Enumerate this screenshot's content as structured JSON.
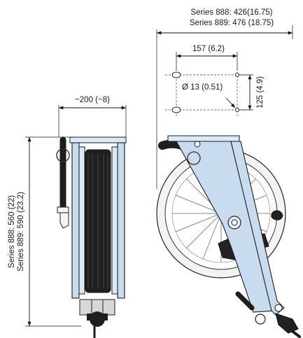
{
  "dimensions": {
    "width_overall_888": "Series 888: 426(16.75)",
    "width_overall_889": "Series 889: 476 (18.75)",
    "hole_spacing_horizontal": "157 (6.2)",
    "hole_diameter": "Ø 13 (0.51)",
    "hole_spacing_vertical": "125 (4.9)",
    "depth": "~200 (~8)",
    "height_888": "Series 888: 560 (22)",
    "height_889": "Series 889: 590 (23.2)"
  },
  "colors": {
    "frame": "#c9dcef",
    "hose": "#1e1e1e",
    "lines": "#111111"
  }
}
